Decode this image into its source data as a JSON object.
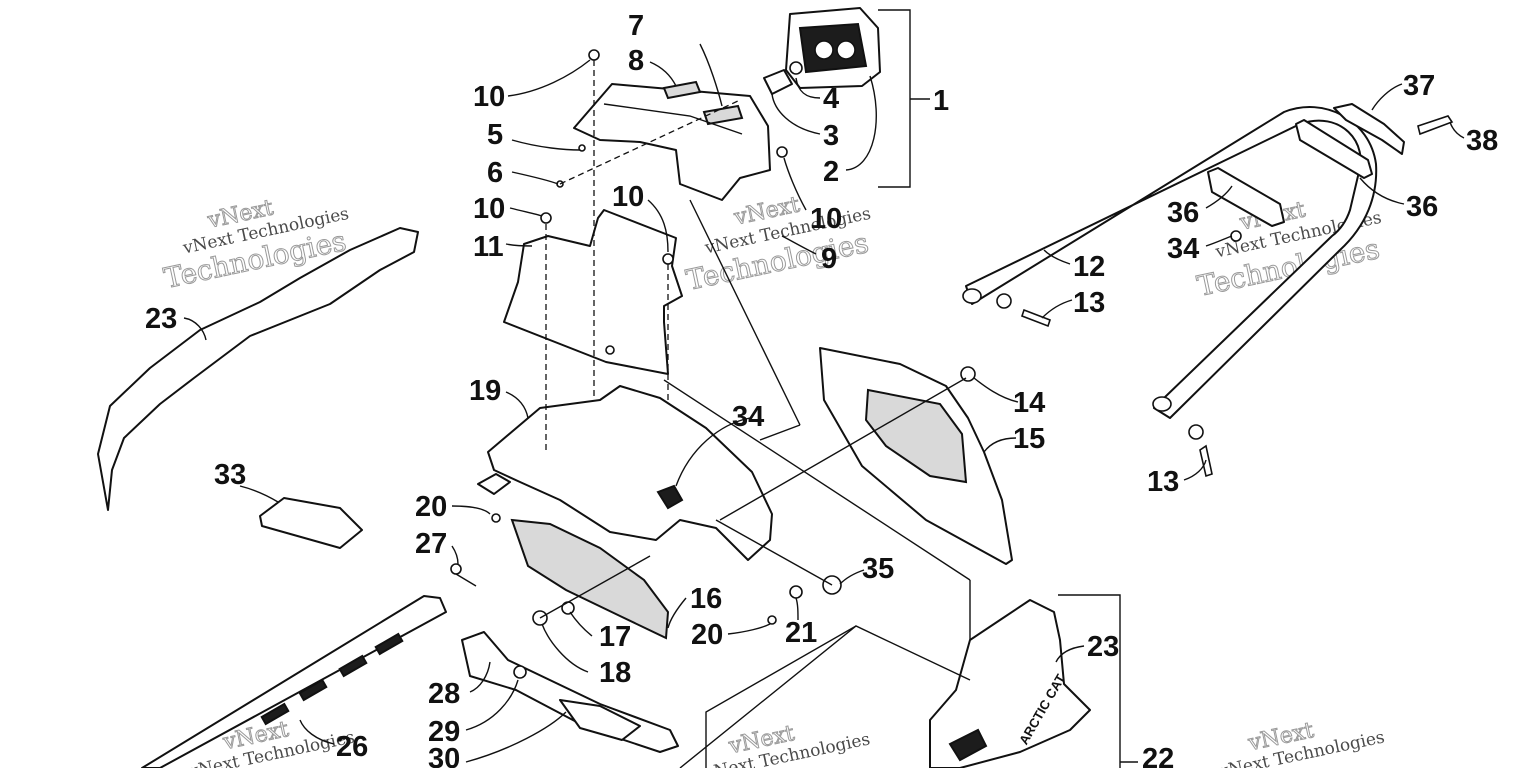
{
  "watermark": {
    "line1": "vNext",
    "line2": "vNext Technologies",
    "line3": "Technologies"
  },
  "decal": {
    "brand": "ARCTIC CAT"
  },
  "callouts": [
    {
      "id": "c1",
      "label": "1"
    },
    {
      "id": "c2",
      "label": "2"
    },
    {
      "id": "c3",
      "label": "3"
    },
    {
      "id": "c4",
      "label": "4"
    },
    {
      "id": "c5",
      "label": "5"
    },
    {
      "id": "c6",
      "label": "6"
    },
    {
      "id": "c7",
      "label": "7"
    },
    {
      "id": "c8",
      "label": "8"
    },
    {
      "id": "c9",
      "label": "9"
    },
    {
      "id": "c10a",
      "label": "10"
    },
    {
      "id": "c10b",
      "label": "10"
    },
    {
      "id": "c10c",
      "label": "10"
    },
    {
      "id": "c10d",
      "label": "10"
    },
    {
      "id": "c11",
      "label": "11"
    },
    {
      "id": "c12",
      "label": "12"
    },
    {
      "id": "c13a",
      "label": "13"
    },
    {
      "id": "c13b",
      "label": "13"
    },
    {
      "id": "c14",
      "label": "14"
    },
    {
      "id": "c15",
      "label": "15"
    },
    {
      "id": "c16",
      "label": "16"
    },
    {
      "id": "c17",
      "label": "17"
    },
    {
      "id": "c18",
      "label": "18"
    },
    {
      "id": "c19",
      "label": "19"
    },
    {
      "id": "c20a",
      "label": "20"
    },
    {
      "id": "c20b",
      "label": "20"
    },
    {
      "id": "c21",
      "label": "21"
    },
    {
      "id": "c22",
      "label": "22"
    },
    {
      "id": "c23a",
      "label": "23"
    },
    {
      "id": "c23b",
      "label": "23"
    },
    {
      "id": "c26",
      "label": "26"
    },
    {
      "id": "c27",
      "label": "27"
    },
    {
      "id": "c28",
      "label": "28"
    },
    {
      "id": "c29",
      "label": "29"
    },
    {
      "id": "c30",
      "label": "30"
    },
    {
      "id": "c33",
      "label": "33"
    },
    {
      "id": "c34a",
      "label": "34"
    },
    {
      "id": "c34b",
      "label": "34"
    },
    {
      "id": "c35",
      "label": "35"
    },
    {
      "id": "c36a",
      "label": "36"
    },
    {
      "id": "c36b",
      "label": "36"
    },
    {
      "id": "c37",
      "label": "37"
    },
    {
      "id": "c38",
      "label": "38"
    }
  ]
}
